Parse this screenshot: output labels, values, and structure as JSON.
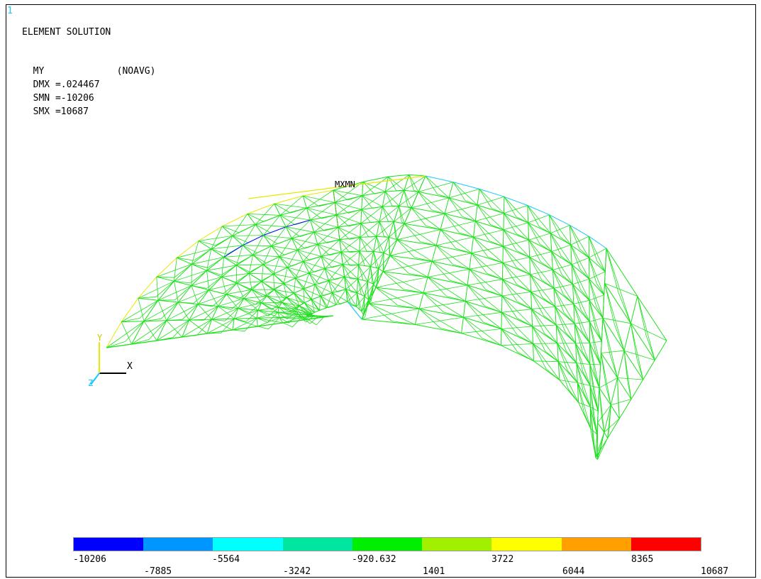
{
  "window_number": "1",
  "title": "ELEMENT SOLUTION",
  "info": [
    {
      "key": "MY",
      "value": "(NOAVG)"
    },
    {
      "key": "DMX =.024467",
      "value": ""
    },
    {
      "key": "SMN =-10206",
      "value": ""
    },
    {
      "key": "SMX =10687",
      "value": ""
    }
  ],
  "markers": {
    "max_min_label": "MXMN"
  },
  "axes": {
    "y": "Y",
    "x": "X",
    "z": "Z"
  },
  "legend": {
    "colors": [
      "#0000ff",
      "#0096ff",
      "#00ffff",
      "#00e6a0",
      "#00ee00",
      "#a0f000",
      "#ffff00",
      "#ffa000",
      "#ff0000"
    ],
    "top_labels": [
      "-10206",
      "-5564",
      "-920.632",
      "3722",
      "8365"
    ],
    "bottom_labels": [
      "-7885",
      "-3242",
      "1401",
      "6044",
      "10687"
    ]
  },
  "colors": {
    "mesh_primary": "#1ee01e",
    "mesh_yellow": "#e8e800",
    "mesh_cyan": "#19c8ff",
    "mesh_blue": "#0000ff",
    "mesh_red": "#ff0000"
  }
}
